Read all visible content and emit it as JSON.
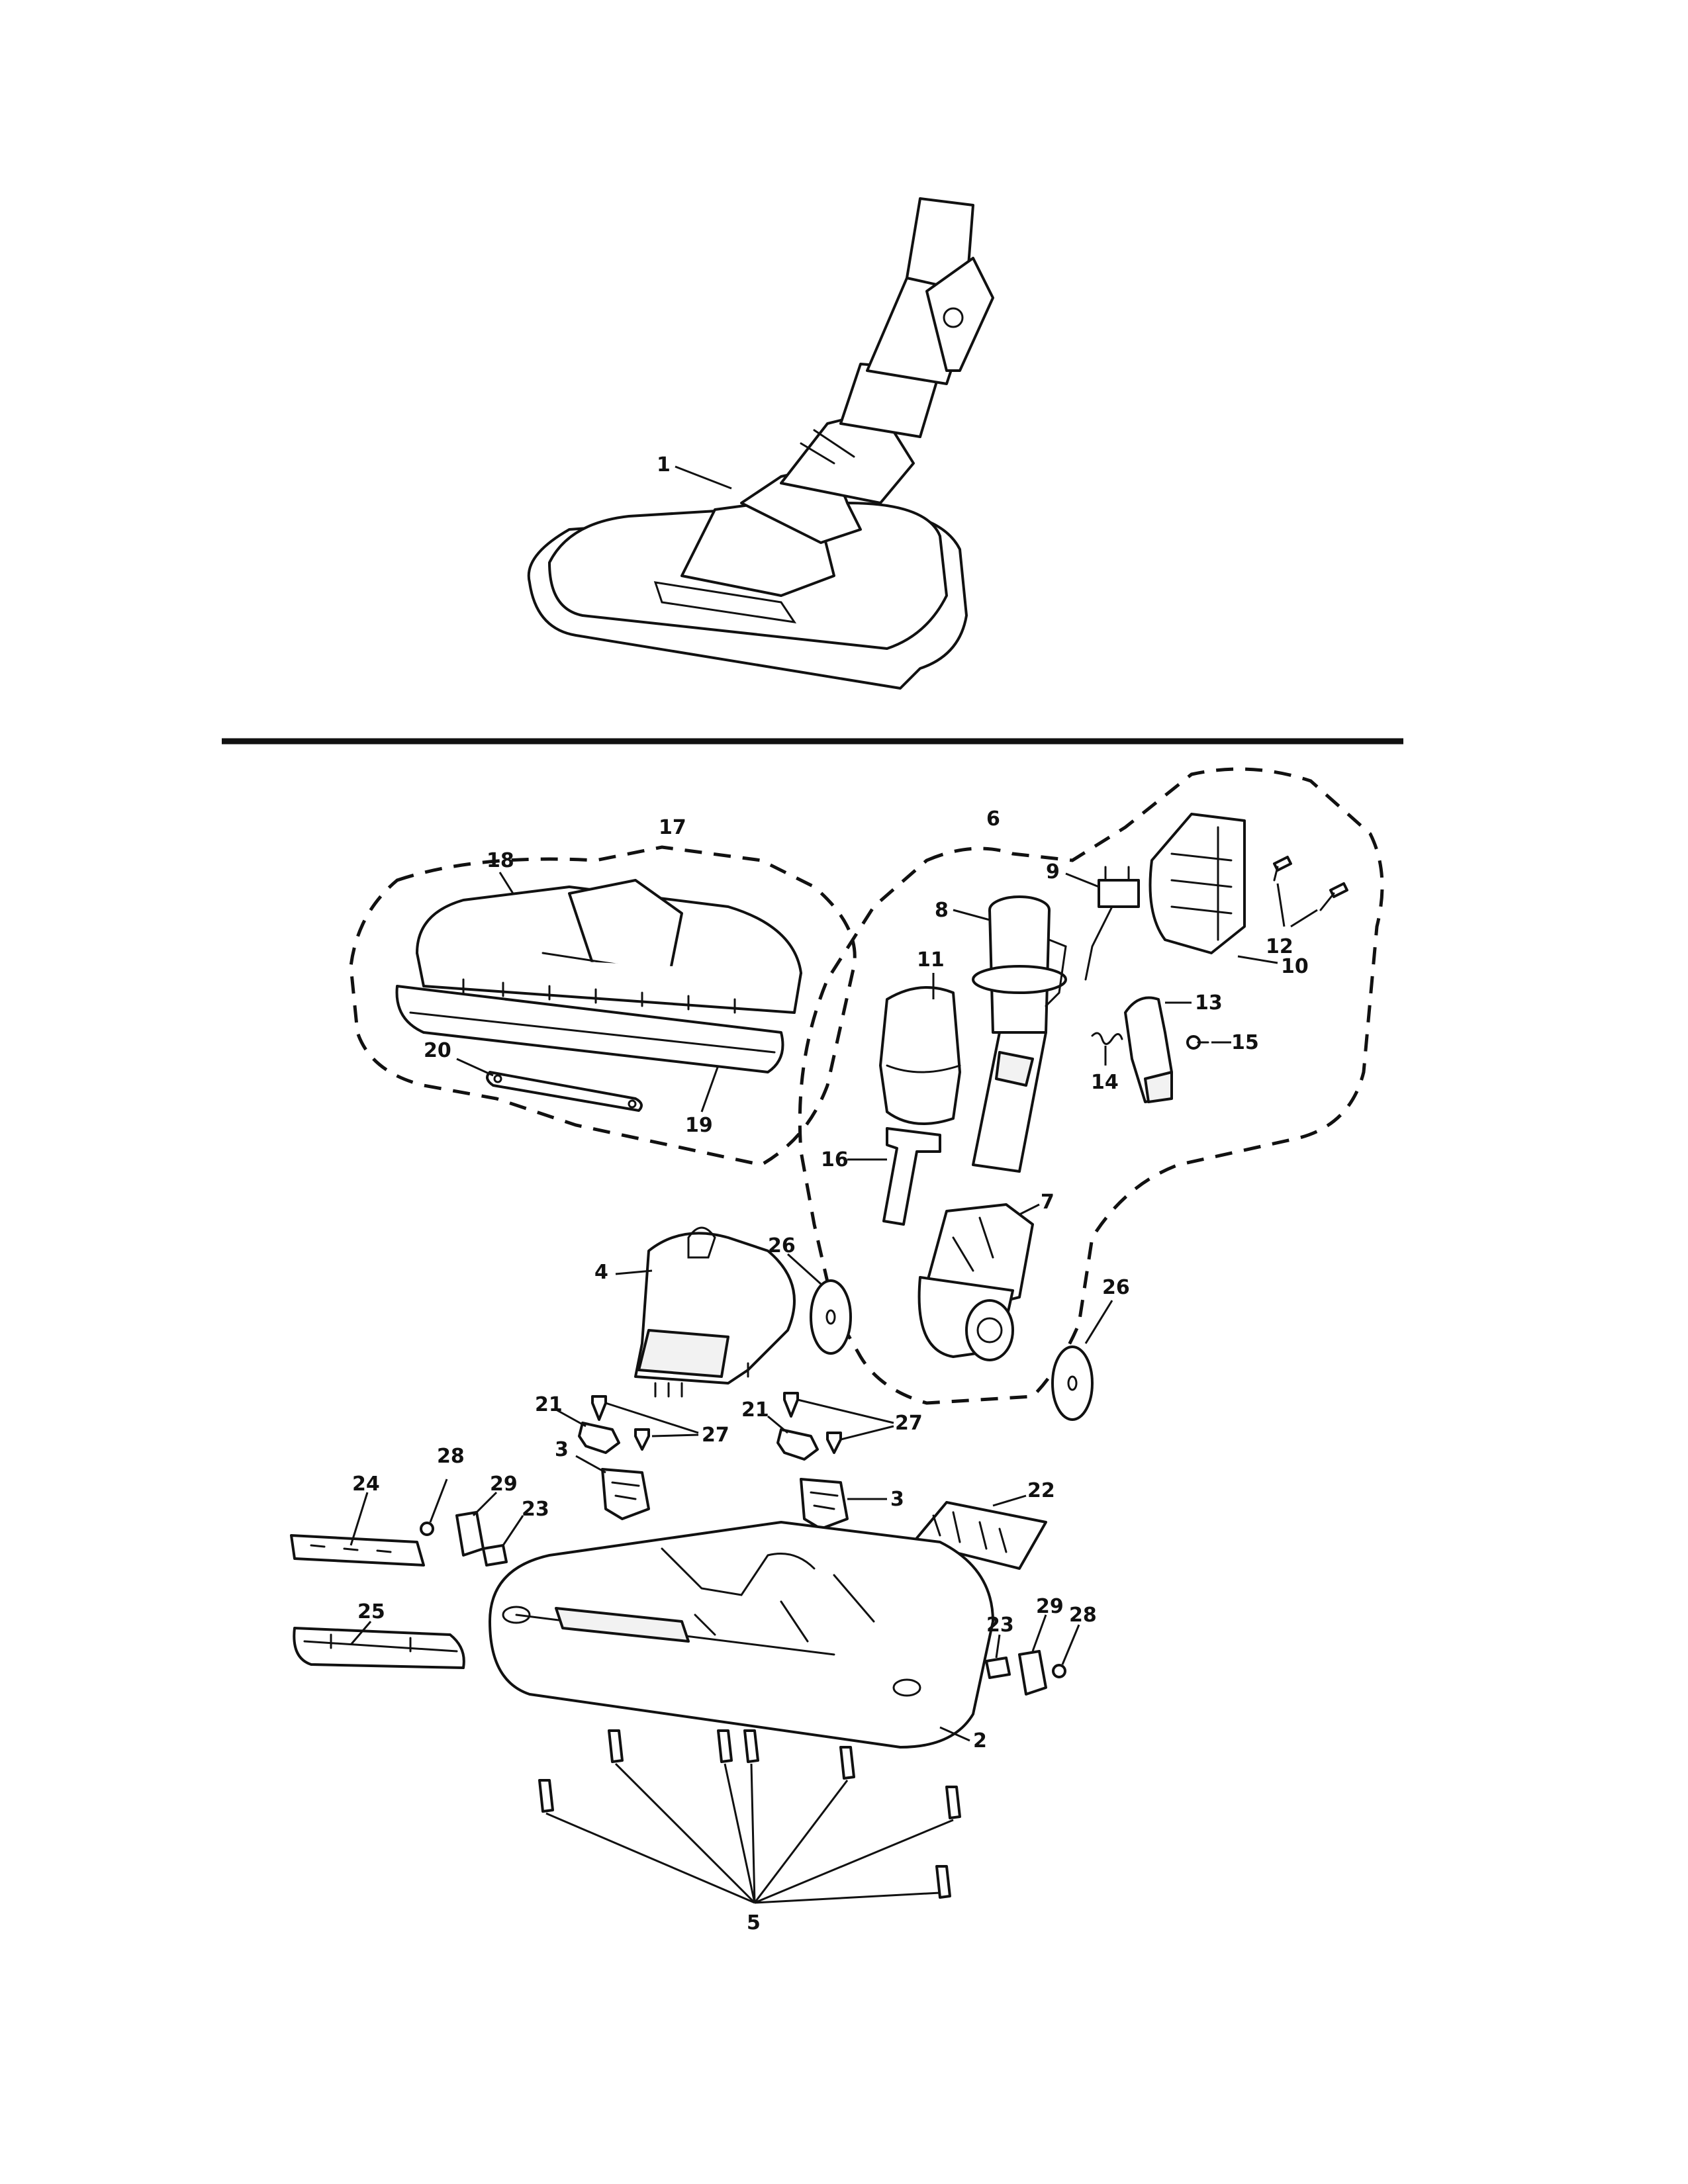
{
  "callouts": {
    "c1": "1",
    "c2": "2",
    "c3a": "3",
    "c3b": "3",
    "c4": "4",
    "c5": "5",
    "c6": "6",
    "c7": "7",
    "c8": "8",
    "c9": "9",
    "c10": "10",
    "c11": "11",
    "c12": "12",
    "c13": "13",
    "c14": "14",
    "c15": "15",
    "c16": "16",
    "c17": "17",
    "c18": "18",
    "c19": "19",
    "c20": "20",
    "c21a": "21",
    "c21b": "21",
    "c22": "22",
    "c23a": "23",
    "c23b": "23",
    "c24": "24",
    "c25": "25",
    "c26a": "26",
    "c26b": "26",
    "c27a": "27",
    "c27b": "27",
    "c28a": "28",
    "c28b": "28",
    "c29a": "29",
    "c29b": "29"
  }
}
